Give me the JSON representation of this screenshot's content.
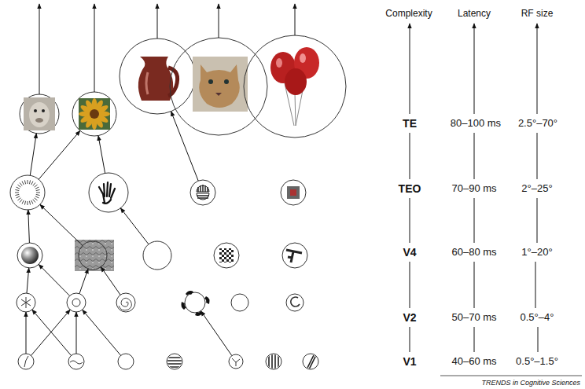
{
  "diagram": {
    "labels": [
      "Complexity",
      "Latency",
      "RF size",
      "TE",
      "80–100 ms",
      "2.5°–70°",
      "TEO",
      "70–90 ms",
      "2°–25°",
      "V4",
      "60–80 ms",
      "1°–20°",
      "V2",
      "50–70 ms",
      "0.5°–4°",
      "V1",
      "40–60 ms",
      "0.5°–1.5°",
      "TRENDS in Cognitive Sciences"
    ]
  }
}
